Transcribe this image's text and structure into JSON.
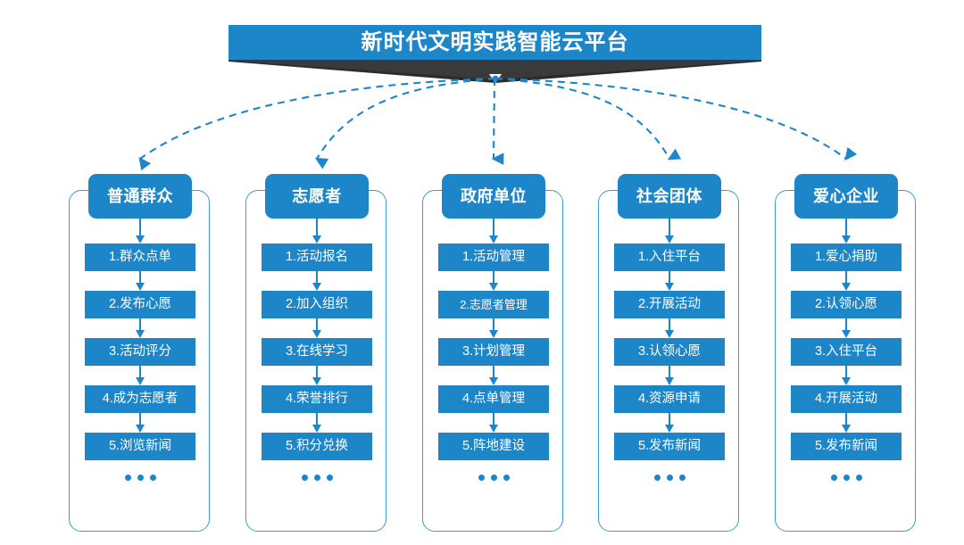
{
  "banner": {
    "title": "新时代文明实践智能云平台",
    "caret_icon": "caret-down-icon",
    "bar_color": "#1d86c8",
    "ribbon_color": "#2b2b2b"
  },
  "theme": {
    "primary": "#1d86c8",
    "card_border": "#3a9dd8",
    "connector": "#1d86c8",
    "background": "#ffffff",
    "text_on_primary": "#ffffff"
  },
  "ellipsis_label": "...",
  "columns": [
    {
      "header": "普通群众",
      "steps": [
        "1.群众点单",
        "2.发布心愿",
        "3.活动评分",
        "4.成为志愿者",
        "5.浏览新闻"
      ]
    },
    {
      "header": "志愿者",
      "steps": [
        "1.活动报名",
        "2.加入组织",
        "3.在线学习",
        "4.荣誉排行",
        "5.积分兑换"
      ]
    },
    {
      "header": "政府单位",
      "steps": [
        "1.活动管理",
        "2.志愿者管理",
        "3.计划管理",
        "4.点单管理",
        "5.阵地建设"
      ]
    },
    {
      "header": "社会团体",
      "steps": [
        "1.入住平台",
        "2.开展活动",
        "3.认领心愿",
        "4.资源申请",
        "5.发布新闻"
      ]
    },
    {
      "header": "爱心企业",
      "steps": [
        "1.爱心捐助",
        "2.认领心愿",
        "3.入住平台",
        "4.开展活动",
        "5.发布新闻"
      ]
    }
  ]
}
